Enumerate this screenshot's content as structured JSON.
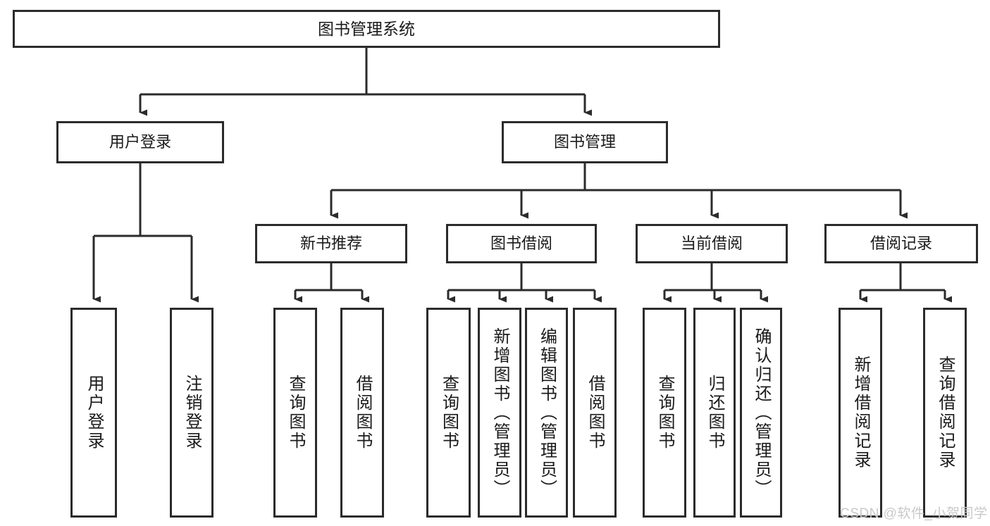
{
  "diagram": {
    "title": "图书管理系统",
    "type": "hierarchy-tree",
    "root": {
      "label": "图书管理系统"
    },
    "level2": [
      {
        "id": "user-login",
        "label": "用户登录"
      },
      {
        "id": "book-mgmt",
        "label": "图书管理"
      }
    ],
    "level3": [
      {
        "id": "new-rec",
        "label": "新书推荐",
        "parent": "book-mgmt"
      },
      {
        "id": "borrow",
        "label": "图书借阅",
        "parent": "book-mgmt"
      },
      {
        "id": "current",
        "label": "当前借阅",
        "parent": "book-mgmt"
      },
      {
        "id": "record",
        "label": "借阅记录",
        "parent": "book-mgmt"
      }
    ],
    "leaves": {
      "user-login": [
        {
          "id": "l-user-login",
          "label": "用户登录"
        },
        {
          "id": "l-user-logout",
          "label": "注销登录"
        }
      ],
      "new-rec": [
        {
          "id": "l-nr-query",
          "label": "查询图书"
        },
        {
          "id": "l-nr-borrow",
          "label": "借阅图书"
        }
      ],
      "borrow": [
        {
          "id": "l-bb-query",
          "label": "查询图书"
        },
        {
          "id": "l-bb-add",
          "label": "新增图书（管理员）"
        },
        {
          "id": "l-bb-edit",
          "label": "编辑图书（管理员）"
        },
        {
          "id": "l-bb-borrow",
          "label": "借阅图书"
        }
      ],
      "current": [
        {
          "id": "l-cb-query",
          "label": "查询图书"
        },
        {
          "id": "l-cb-return",
          "label": "归还图书"
        },
        {
          "id": "l-cb-confirm",
          "label": "确认归还（管理员）"
        }
      ],
      "record": [
        {
          "id": "l-rec-add",
          "label": "新增借阅记录"
        },
        {
          "id": "l-rec-query",
          "label": "查询借阅记录"
        }
      ]
    }
  },
  "watermark": {
    "text": "CSDN @软件_小贺同学"
  },
  "colors": {
    "stroke": "#2b2b2b",
    "background": "#ffffff",
    "text": "#1a1a1a",
    "watermark": "#c9c9c9"
  }
}
